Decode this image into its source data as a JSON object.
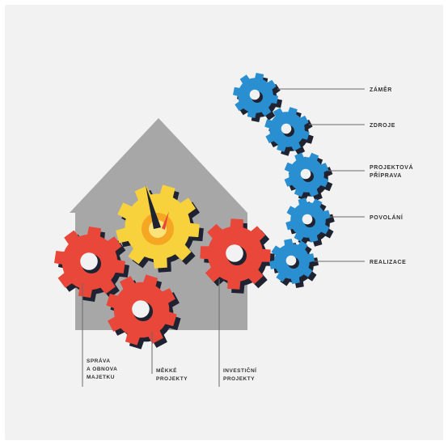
{
  "colors": {
    "background": "#f2f2f2",
    "house": "#a7a7a7",
    "gear_red": "#e8473a",
    "gear_yellow": "#f7d23c",
    "gear_blue": "#2a8fd0",
    "shadow": "#1f2230",
    "pointer": "#1f2230",
    "line": "#6b6b6b",
    "text": "#333333"
  },
  "process_steps": [
    {
      "label_lines": [
        "ZÁMĚR"
      ],
      "icon": "blue-gear-icon"
    },
    {
      "label_lines": [
        "ZDROJE"
      ],
      "icon": "blue-gear-icon"
    },
    {
      "label_lines": [
        "PROJEKTOVÁ",
        "PŘÍPRAVA"
      ],
      "icon": "blue-gear-icon"
    },
    {
      "label_lines": [
        "POVOLÁNÍ"
      ],
      "icon": "blue-gear-icon"
    },
    {
      "label_lines": [
        "REALIZACE"
      ],
      "icon": "blue-gear-icon"
    }
  ],
  "categories": [
    {
      "label_lines": [
        "SPRÁVA",
        "A OBNOVA",
        "MAJETKU"
      ],
      "icon": "red-gear-icon"
    },
    {
      "label_lines": [
        "MĚKKÉ",
        "PROJEKTY"
      ],
      "icon": "red-gear-icon"
    },
    {
      "label_lines": [
        "INVESTIČNÍ",
        "PROJEKTY"
      ],
      "icon": "red-gear-icon"
    }
  ],
  "center_gear": {
    "icon": "yellow-gear-gauge-icon"
  },
  "house": {
    "icon": "house-icon"
  }
}
